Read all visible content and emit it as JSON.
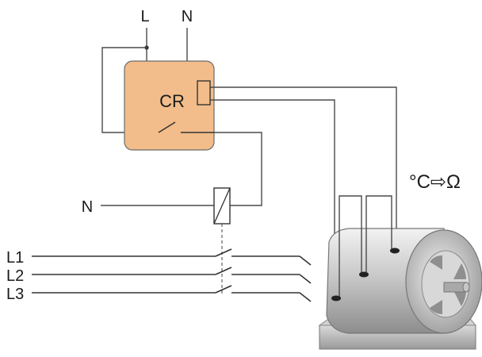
{
  "diagram": {
    "supply_labels": {
      "live": "L",
      "neutral_top": "N",
      "neutral_coil": "N"
    },
    "relay": {
      "label": "CR"
    },
    "phase_labels": [
      "L1",
      "L2",
      "L3"
    ],
    "sensor_note": "°C⇨Ω",
    "colors": {
      "relay_fill": "#f2bd8a",
      "relay_border": "#6b6b6b",
      "motor_body": "#cfcfcf",
      "motor_base": "#b8b8b8"
    }
  }
}
